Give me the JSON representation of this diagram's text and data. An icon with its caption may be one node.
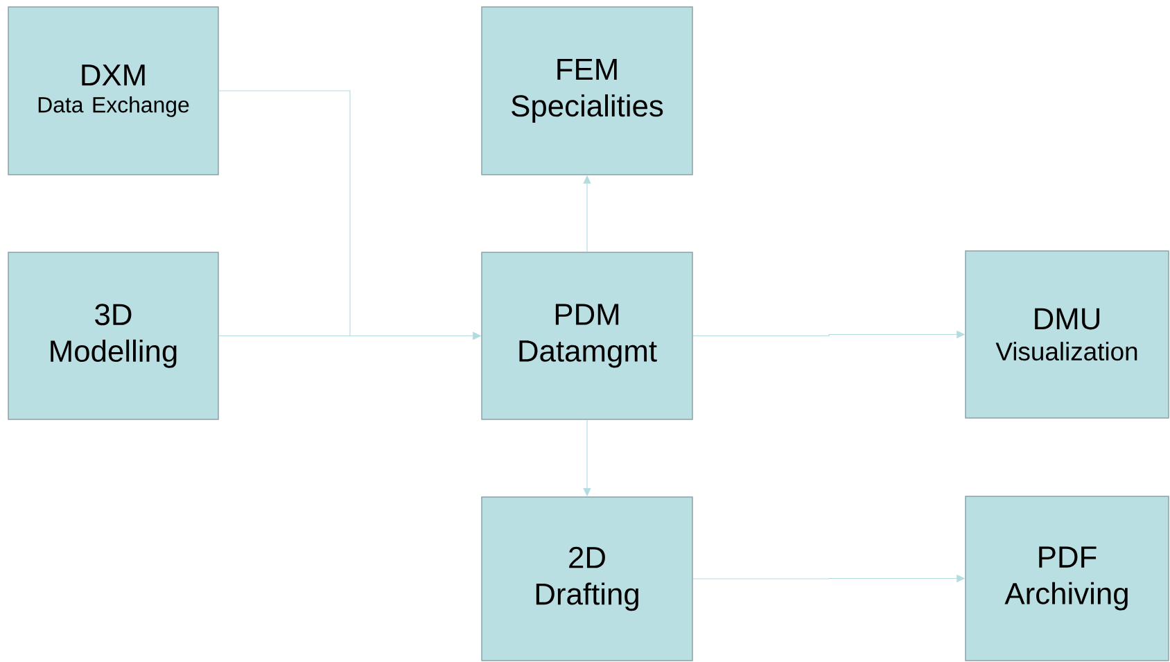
{
  "diagram": {
    "nodes": [
      {
        "text": [
          "DXM",
          "Data Exchange"
        ]
      },
      {
        "text": [
          "FEM",
          "Specialities"
        ]
      },
      {
        "text": [
          "3D",
          "Modelling"
        ]
      },
      {
        "text": [
          "PDM",
          "Datamgmt"
        ]
      },
      {
        "text": [
          "DMU",
          "Visualization"
        ]
      },
      {
        "text": [
          "2D",
          "Drafting"
        ]
      },
      {
        "text": [
          "PDF",
          "Archiving"
        ]
      }
    ],
    "edges": [
      {
        "from": 0,
        "to": 3,
        "arrow": "to"
      },
      {
        "from": 2,
        "to": 3,
        "arrow": "to"
      },
      {
        "from": 3,
        "to": 1,
        "arrow": "to"
      },
      {
        "from": 3,
        "to": 4,
        "arrow": "to"
      },
      {
        "from": 3,
        "to": 5,
        "arrow": "to"
      },
      {
        "from": 5,
        "to": 6,
        "arrow": "to"
      }
    ]
  }
}
